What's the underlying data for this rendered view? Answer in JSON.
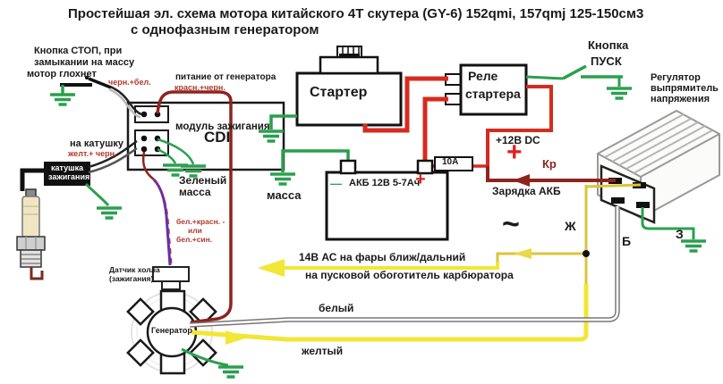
{
  "title": {
    "line1": "Простейшая эл. схема мотора китайского 4Т скутера (GY-6) 152qmi, 157qmj  125-150см3",
    "line2": "с однофазным генератором"
  },
  "stop_button": {
    "line1": "Кнопка СТОП, при",
    "line2": "замыкании на массу",
    "line3": "мотор глохнет",
    "wire_label": "черн.+бел."
  },
  "start_button": {
    "line1": "Кнопка",
    "line2": "ПУСК"
  },
  "cdi": {
    "line1": "модуль зажигания",
    "line2": "CDI"
  },
  "coil": {
    "to_coil": "на катушку",
    "wire_label": "желт.+ черн.",
    "label_line1": "катушка",
    "label_line2": "зажигания"
  },
  "cdi_grounds": {
    "line1": "Зеленый",
    "line2": "масса"
  },
  "hall_sensor": {
    "line1": "Датчик холла",
    "line2": "(зажигания)",
    "wire_line1": "бел.+красн. -",
    "wire_line2": "или",
    "wire_line3": "бел.+син."
  },
  "generator": {
    "label": "Генератор",
    "power_label": "питание от генератора",
    "power_wire": "красн.+черн."
  },
  "starter": {
    "label": "Стартер",
    "ground": "масса"
  },
  "relay": {
    "line1": "Реле",
    "line2": "стартера"
  },
  "battery": {
    "minus": "—",
    "label": "АКБ 12В 5-7Ач",
    "plus": "+",
    "fuse": "10А"
  },
  "regulator": {
    "line1": "Регулятор",
    "line2": "выпрямитель",
    "line3": "напряжения",
    "dc": "+12В  DC",
    "dc_plus": "+",
    "kr": "Кр",
    "charge": "Зарядка АКБ",
    "ac": "~",
    "zh": "Ж",
    "b": "Б",
    "z": "З"
  },
  "ac_output": {
    "line1": "14В АС на фары ближ/дальний",
    "line2": "на пусковой обоготитель карбюратора",
    "white": "белый",
    "yellow": "желтый"
  },
  "colors": {
    "red": "#d62b20",
    "dark_red": "#8e231e",
    "green": "#2aa04e",
    "yellow": "#f2e636",
    "olive": "#d9c63a",
    "purple": "#5b34b4",
    "label_red": "#b03a2e",
    "black": "#111111"
  }
}
